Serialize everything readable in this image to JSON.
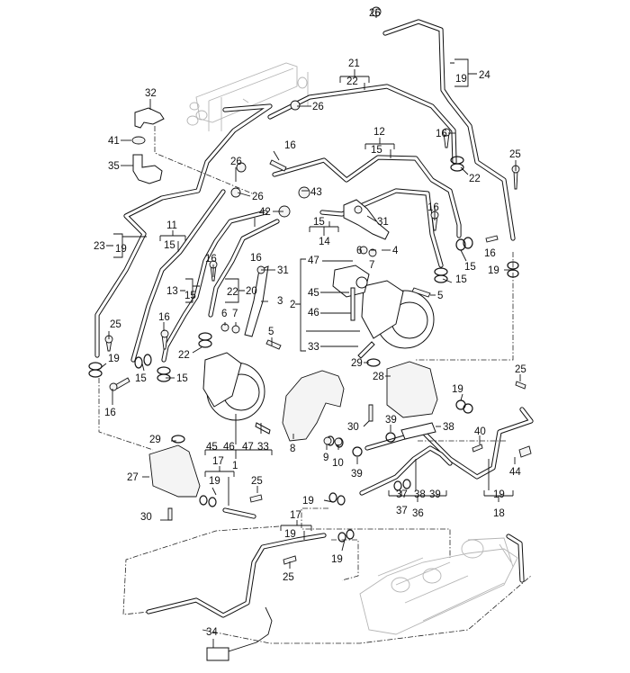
{
  "diagram": {
    "title": "Turbocharger oil supply and return lines – exploded parts view",
    "colors": {
      "line": "#111111",
      "ghost": "#b5b5b5",
      "background": "#ffffff"
    },
    "callouts": [
      {
        "id": "c26a",
        "text": "26"
      },
      {
        "id": "c21",
        "text": "21"
      },
      {
        "id": "c22a",
        "text": "22"
      },
      {
        "id": "c19a",
        "text": "19"
      },
      {
        "id": "c24",
        "text": "24"
      },
      {
        "id": "c32",
        "text": "32"
      },
      {
        "id": "c26b",
        "text": "26"
      },
      {
        "id": "c41",
        "text": "41"
      },
      {
        "id": "c16a",
        "text": "16"
      },
      {
        "id": "c12",
        "text": "12"
      },
      {
        "id": "c15a",
        "text": "15"
      },
      {
        "id": "c16b",
        "text": "16"
      },
      {
        "id": "c22b",
        "text": "22"
      },
      {
        "id": "c35",
        "text": "35"
      },
      {
        "id": "c26c",
        "text": "26"
      },
      {
        "id": "c25a",
        "text": "25"
      },
      {
        "id": "c26d",
        "text": "26"
      },
      {
        "id": "c43",
        "text": "43"
      },
      {
        "id": "c42",
        "text": "42"
      },
      {
        "id": "c31a",
        "text": "31"
      },
      {
        "id": "c15b",
        "text": "15"
      },
      {
        "id": "c14",
        "text": "14"
      },
      {
        "id": "c16c",
        "text": "16"
      },
      {
        "id": "c11",
        "text": "11"
      },
      {
        "id": "c15c",
        "text": "15"
      },
      {
        "id": "c23",
        "text": "23"
      },
      {
        "id": "c19b",
        "text": "19"
      },
      {
        "id": "c6a",
        "text": "6"
      },
      {
        "id": "c7a",
        "text": "7"
      },
      {
        "id": "c4",
        "text": "4"
      },
      {
        "id": "c16d",
        "text": "16"
      },
      {
        "id": "c15d",
        "text": "15"
      },
      {
        "id": "c19c",
        "text": "19"
      },
      {
        "id": "c47a",
        "text": "47"
      },
      {
        "id": "c16e",
        "text": "16"
      },
      {
        "id": "c16f",
        "text": "16"
      },
      {
        "id": "c31b",
        "text": "31"
      },
      {
        "id": "c15e",
        "text": "15"
      },
      {
        "id": "c13",
        "text": "13"
      },
      {
        "id": "c15f",
        "text": "15"
      },
      {
        "id": "c22c",
        "text": "22"
      },
      {
        "id": "c20",
        "text": "20"
      },
      {
        "id": "c45a",
        "text": "45"
      },
      {
        "id": "c5a",
        "text": "5"
      },
      {
        "id": "c3",
        "text": "3"
      },
      {
        "id": "c2",
        "text": "2"
      },
      {
        "id": "c46a",
        "text": "46"
      },
      {
        "id": "c6b",
        "text": "6"
      },
      {
        "id": "c7b",
        "text": "7"
      },
      {
        "id": "c16g",
        "text": "16"
      },
      {
        "id": "c25b",
        "text": "25"
      },
      {
        "id": "c5b",
        "text": "5"
      },
      {
        "id": "c22d",
        "text": "22"
      },
      {
        "id": "c33a",
        "text": "33"
      },
      {
        "id": "c19d",
        "text": "19"
      },
      {
        "id": "c15g",
        "text": "15"
      },
      {
        "id": "c15h",
        "text": "15"
      },
      {
        "id": "c29a",
        "text": "29"
      },
      {
        "id": "c28",
        "text": "28"
      },
      {
        "id": "c25c",
        "text": "25"
      },
      {
        "id": "c16h",
        "text": "16"
      },
      {
        "id": "c19e",
        "text": "19"
      },
      {
        "id": "c30a",
        "text": "30"
      },
      {
        "id": "c39a",
        "text": "39"
      },
      {
        "id": "c38a",
        "text": "38"
      },
      {
        "id": "c40",
        "text": "40"
      },
      {
        "id": "c29b",
        "text": "29"
      },
      {
        "id": "c45b",
        "text": "45"
      },
      {
        "id": "c46b",
        "text": "46"
      },
      {
        "id": "c47b",
        "text": "47"
      },
      {
        "id": "c33b",
        "text": "33"
      },
      {
        "id": "c8",
        "text": "8"
      },
      {
        "id": "c9",
        "text": "9"
      },
      {
        "id": "c10",
        "text": "10"
      },
      {
        "id": "c1",
        "text": "1"
      },
      {
        "id": "c44",
        "text": "44"
      },
      {
        "id": "c39b",
        "text": "39"
      },
      {
        "id": "c27",
        "text": "27"
      },
      {
        "id": "c17a",
        "text": "17"
      },
      {
        "id": "c19f",
        "text": "19"
      },
      {
        "id": "c25d",
        "text": "25"
      },
      {
        "id": "c37a",
        "text": "37"
      },
      {
        "id": "c38b",
        "text": "38"
      },
      {
        "id": "c39c",
        "text": "39"
      },
      {
        "id": "c19g",
        "text": "19"
      },
      {
        "id": "c19h",
        "text": "19"
      },
      {
        "id": "c37b",
        "text": "37"
      },
      {
        "id": "c36",
        "text": "36"
      },
      {
        "id": "c18",
        "text": "18"
      },
      {
        "id": "c30b",
        "text": "30"
      },
      {
        "id": "c17b",
        "text": "17"
      },
      {
        "id": "c19i",
        "text": "19"
      },
      {
        "id": "c19j",
        "text": "19"
      },
      {
        "id": "c25e",
        "text": "25"
      },
      {
        "id": "c34",
        "text": "34"
      }
    ]
  }
}
